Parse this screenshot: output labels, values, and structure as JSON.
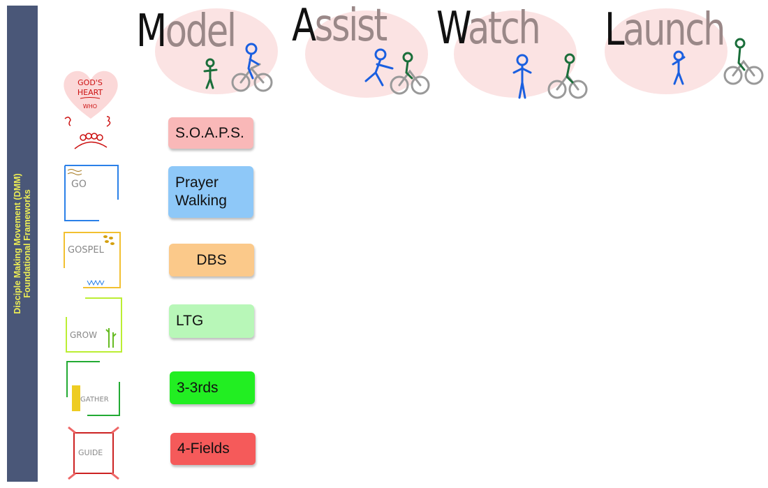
{
  "sidebar": {
    "line1": "Disciple Making Movement (DMM)",
    "line2": "Foundational Frameworks"
  },
  "stages": [
    {
      "first": "M",
      "rest": "odel"
    },
    {
      "first": "A",
      "rest": "ssist"
    },
    {
      "first": "W",
      "rest": "atch"
    },
    {
      "first": "L",
      "rest": "aunch"
    }
  ],
  "icons": {
    "heart_line1": "GOD'S",
    "heart_line2": "HEART",
    "heart_line3": "WHO",
    "go": "GO",
    "gospel": "GOSPEL",
    "grow": "GROW",
    "gather": "GATHER",
    "guide": "GUIDE"
  },
  "boxes": [
    {
      "label": "S.O.A.P.S.",
      "color": "#f9b8b8"
    },
    {
      "label": "Prayer Walking",
      "color": "#8ec8f8"
    },
    {
      "label": "DBS",
      "color": "#fbc98a"
    },
    {
      "label": "LTG",
      "color": "#b8f7b8"
    },
    {
      "label": "3-3rds",
      "color": "#22ee22"
    },
    {
      "label": "4-Fields",
      "color": "#f55a5a"
    }
  ]
}
